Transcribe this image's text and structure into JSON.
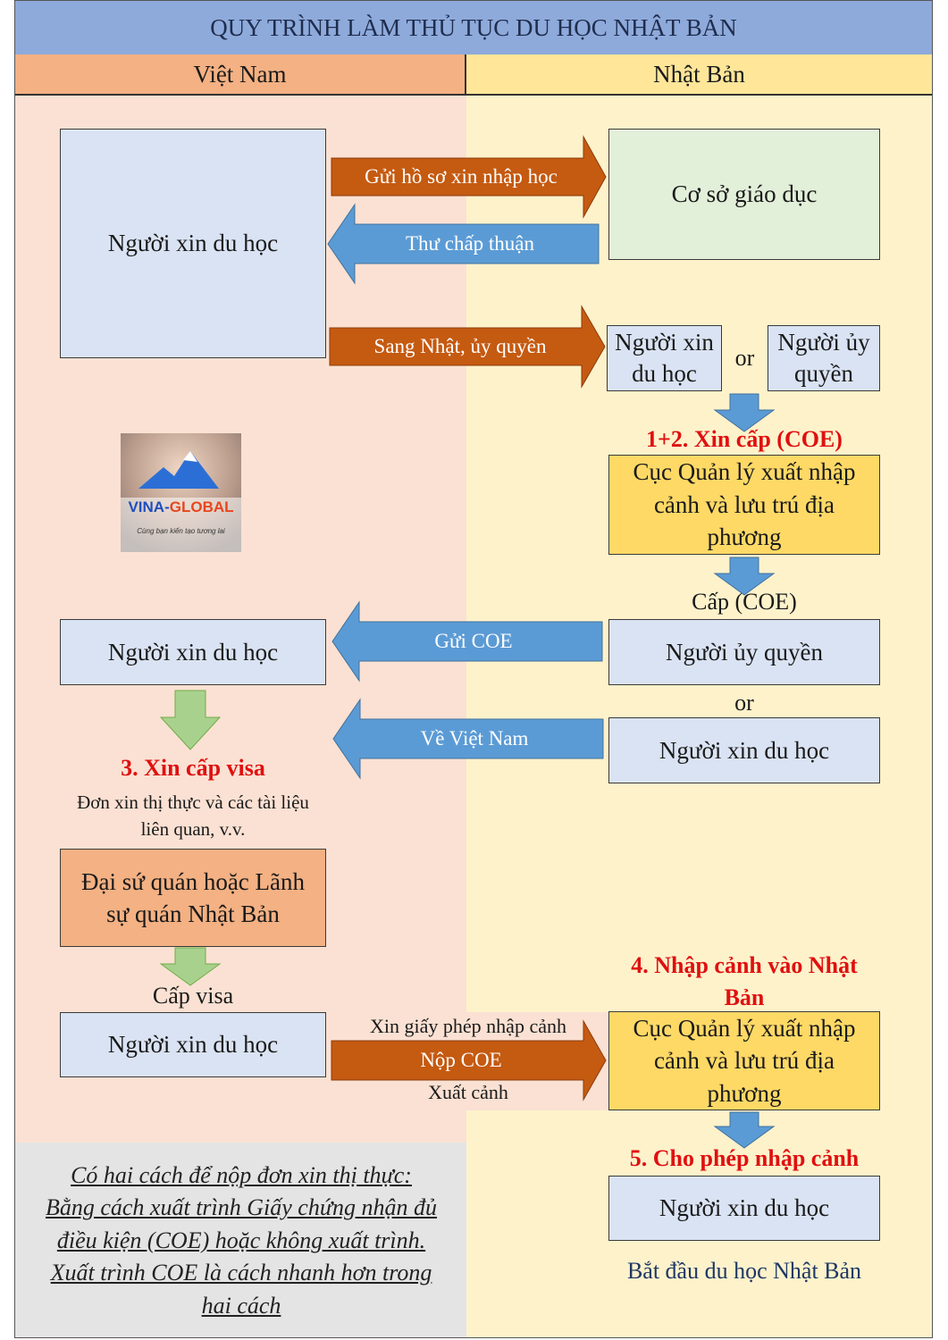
{
  "title": "QUY TRÌNH LÀM THỦ TỤC DU HỌC NHẬT BẢN",
  "columns": {
    "left": "Việt Nam",
    "right": "Nhật Bản"
  },
  "boxes": {
    "applicant_main": "Người xin du học",
    "school": "Cơ sở giáo dục",
    "applicant_small": "Người xin du học",
    "or_1": "or",
    "proxy_small": "Người ủy quyền",
    "immigration_1": "Cục Quản lý xuất nhập cảnh và lưu trú địa phương",
    "applicant_coe": "Người xin du học",
    "proxy": "Người ủy quyền",
    "or_2": "or",
    "applicant_jp": "Người xin du học",
    "embassy": "Đại sứ quán hoặc Lãnh sự quán Nhật Bản",
    "applicant_visa": "Người xin du học",
    "immigration_2": "Cục Quản lý xuất nhập cảnh và lưu trú địa phương",
    "applicant_final": "Người xin du học"
  },
  "arrows": {
    "send_application": "Gửi hồ sơ xin nhập học",
    "acceptance_letter": "Thư chấp thuận",
    "go_japan": "Sang Nhật, ủy quyền",
    "send_coe": "Gửi COE",
    "return_vn": "Về Việt Nam",
    "submit_coe": "Nộp COE"
  },
  "labels": {
    "step_1_2": "1+2. Xin cấp (COE)",
    "issue_coe": "Cấp (COE)",
    "step_3": "3. Xin cấp visa",
    "visa_docs": "Đơn xin thị thực và các tài liệu liên quan, v.v.",
    "issue_visa": "Cấp visa",
    "entry_permit": "Xin giấy phép nhập cảnh",
    "departure": "Xuất cảnh",
    "step_4": "4. Nhập cảnh vào Nhật Bản",
    "step_5": "5. Cho phép nhập cảnh",
    "start": "Bắt đầu du học Nhật Bản"
  },
  "logo": {
    "name_1": "VINA-",
    "name_2": "GLOBAL",
    "tagline": "Cùng bạn kiến tạo tương lai"
  },
  "note": [
    "Có hai cách để nộp đơn xin thị thực:",
    "Bằng cách xuất trình Giấy chứng nhận đủ",
    "điều kiện (COE) hoặc không xuất trình.",
    "Xuất trình COE là cách nhanh hơn trong",
    "hai cách"
  ],
  "colors": {
    "title_bg": "#8eaadb",
    "vn_header": "#f4b183",
    "jp_header": "#ffe699",
    "arrow_orange": "#c55a11",
    "arrow_blue": "#5b9bd5",
    "arrow_green": "#a9d18e",
    "step_red": "#e01010"
  }
}
